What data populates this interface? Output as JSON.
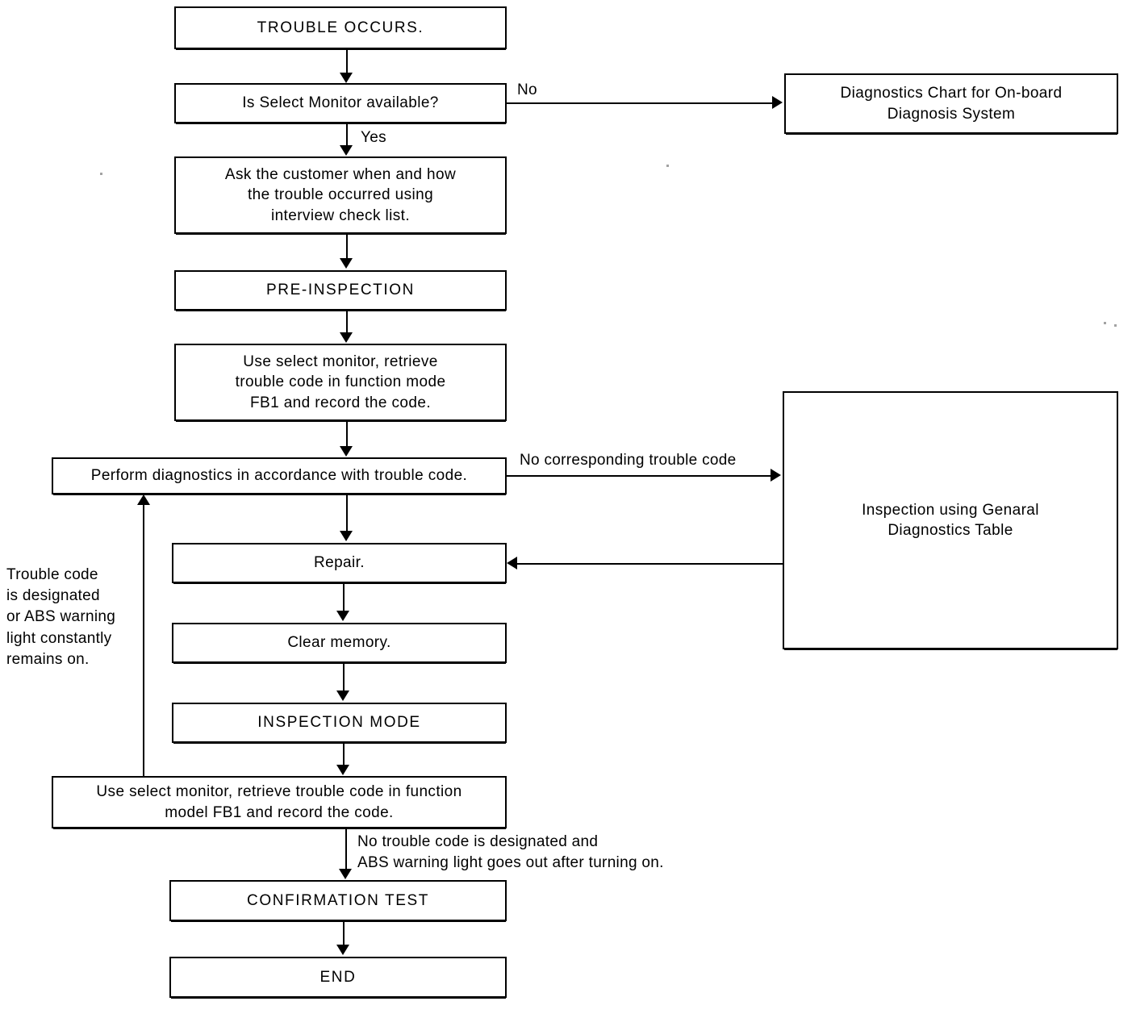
{
  "diagram": {
    "title": "ABS Trouble Diagnosis Flowchart",
    "background_color": "#ffffff",
    "line_color": "#000000"
  },
  "nodes": {
    "trouble_occurs": "TROUBLE OCCURS.",
    "is_select_monitor": "Is Select Monitor available?",
    "onboard_diagnosis_chart_line1": "Diagnostics Chart for On-board",
    "onboard_diagnosis_chart_line2": "Diagnosis System",
    "ask_customer_line1": "Ask the customer when and how",
    "ask_customer_line2": "the trouble occurred using",
    "ask_customer_line3": "interview check list.",
    "pre_inspection": "PRE-INSPECTION",
    "use_select_monitor_line1": "Use select monitor, retrieve",
    "use_select_monitor_line2": "trouble code in function mode",
    "use_select_monitor_line3": "FB1 and record the code.",
    "perform_diagnostics": "Perform diagnostics in accordance with trouble code.",
    "general_diag_table_line1": "Inspection using Genaral",
    "general_diag_table_line2": "Diagnostics Table",
    "repair": "Repair.",
    "clear_memory": "Clear memory.",
    "inspection_mode": "INSPECTION MODE",
    "use_select_monitor2_line1": "Use select monitor, retrieve trouble code in function",
    "use_select_monitor2_line2": "model FB1 and record the code.",
    "confirmation_test": "CONFIRMATION TEST",
    "end": "END"
  },
  "edge_labels": {
    "no": "No",
    "yes": "Yes",
    "no_corresponding_trouble_code": "No corresponding trouble code",
    "trouble_code_designated": "Trouble code\nis designated\nor ABS warning\nlight constantly\nremains on.",
    "no_trouble_code_line1": "No trouble code is designated and",
    "no_trouble_code_line2": "ABS warning light goes out after turning on."
  }
}
